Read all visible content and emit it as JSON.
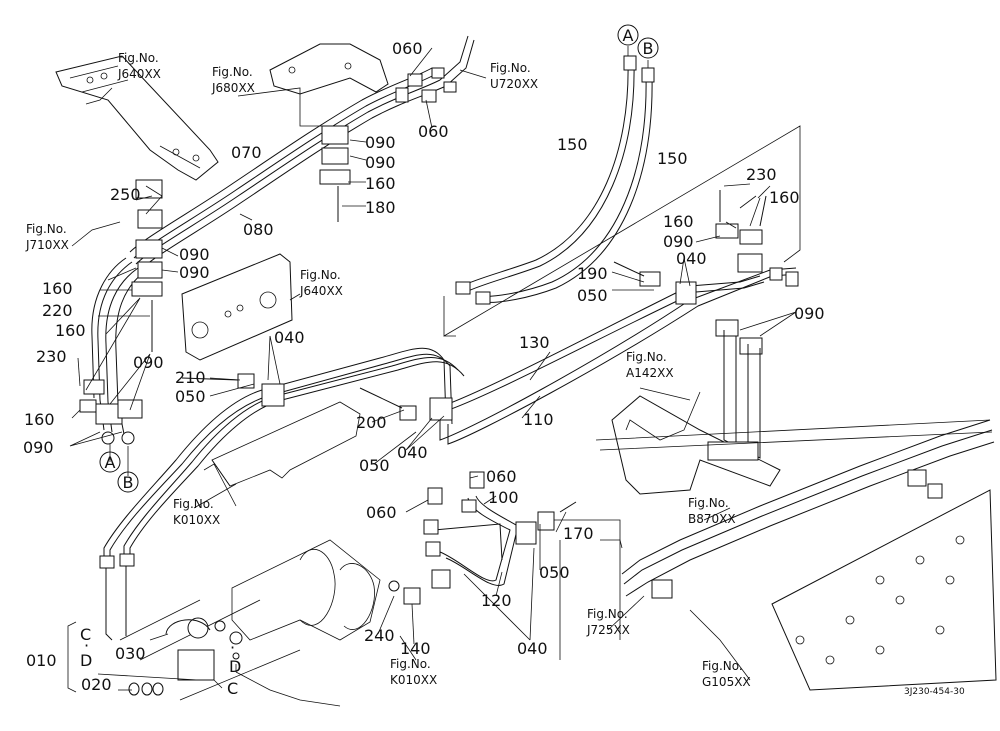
{
  "figure_code": "3J230-454-30",
  "circle_labels": {
    "a": "A",
    "b": "B"
  },
  "letters": {
    "c": "C",
    "d": "D",
    "dot": "·"
  },
  "fig_prefix": "Fig.No.",
  "fig_refs": [
    "J640XX",
    "J680XX",
    "U720XX",
    "J710XX",
    "J640XX",
    "A142XX",
    "K010XX",
    "B870XX",
    "J725XX",
    "K010XX",
    "G105XX"
  ],
  "part_labels": [
    "060",
    "060",
    "070",
    "090",
    "090",
    "160",
    "180",
    "080",
    "250",
    "090",
    "090",
    "150",
    "150",
    "230",
    "160",
    "160",
    "090",
    "190",
    "050",
    "040",
    "090",
    "160",
    "220",
    "160",
    "230",
    "090",
    "160",
    "090",
    "040",
    "210",
    "050",
    "130",
    "110",
    "200",
    "050",
    "040",
    "060",
    "060",
    "100",
    "170",
    "120",
    "050",
    "040",
    "010",
    "030",
    "020",
    "240",
    "140"
  ]
}
